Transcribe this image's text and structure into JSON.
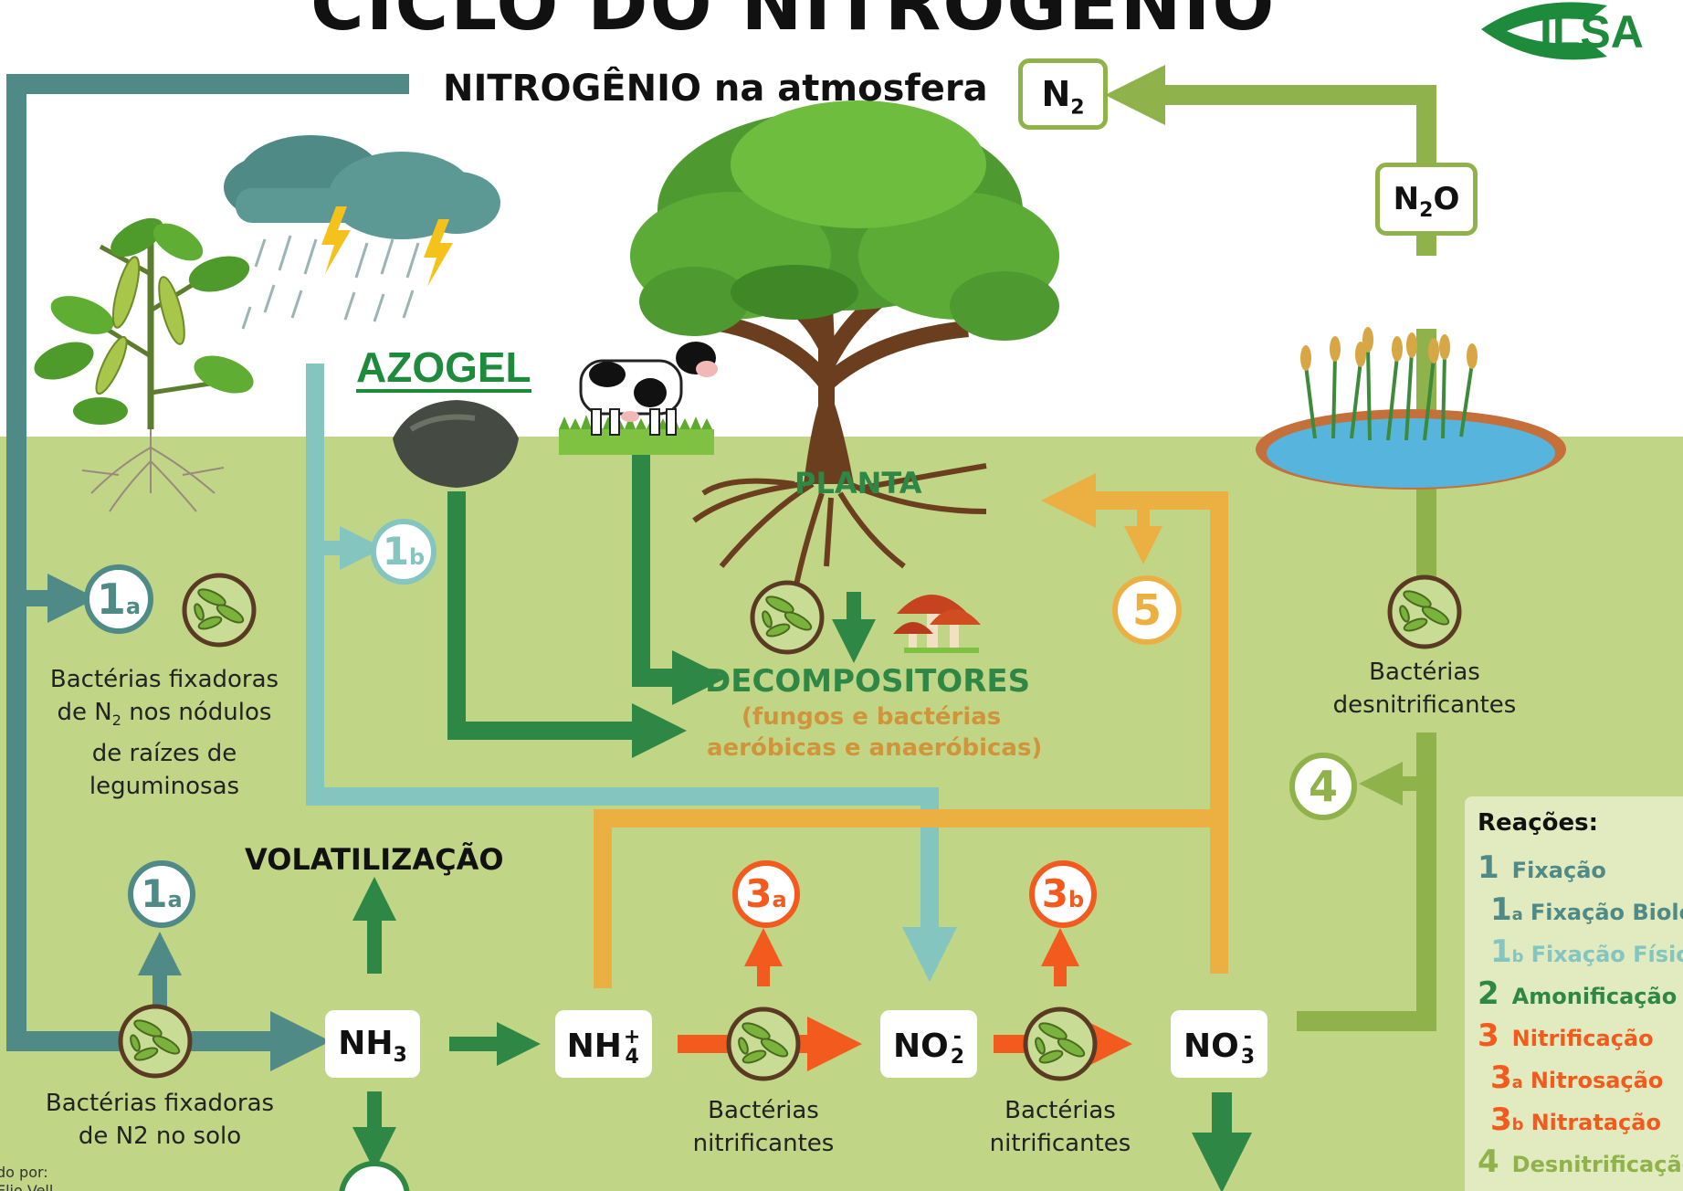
{
  "title": "CICLO DO NITROGÊNIO",
  "brand": {
    "logo_text": "ILSA",
    "product_name": "AZOGEL"
  },
  "atmosphere": {
    "label": "NITROGÊNIO na atmosfera",
    "symbol": "N",
    "subscript": "2"
  },
  "n2o": {
    "symbol_n": "N",
    "subscript": "2",
    "symbol_o": "O"
  },
  "plant_label": "PLANTA",
  "decomposers": {
    "title": "DECOMPOSITORES",
    "line1": "(fungos e bactérias",
    "line2": "aeróbicas e anaeróbicas)"
  },
  "volatilization": "VOLATILIZAÇÃO",
  "compounds": {
    "nh3": {
      "base": "NH",
      "sub": "3"
    },
    "nh4": {
      "base": "NH",
      "sup": "+",
      "sub": "4"
    },
    "no2": {
      "base": "NO",
      "sup": "-",
      "sub": "2"
    },
    "no3": {
      "base": "NO",
      "sup": "-",
      "sub": "3"
    }
  },
  "captions": {
    "nodule_bacteria": {
      "l1": "Bactérias fixadoras",
      "l2a": "de N",
      "l2sub": "2",
      "l2b": " nos nódulos",
      "l3": "de raízes de",
      "l4": "leguminosas"
    },
    "soil_bacteria": {
      "l1": "Bactérias fixadoras",
      "l2": "de N2 no solo"
    },
    "nitrifying_1": {
      "l1": "Bactérias",
      "l2": "nitrificantes"
    },
    "nitrifying_2": {
      "l1": "Bactérias",
      "l2": "nitrificantes"
    },
    "denitrifying": {
      "l1": "Bactérias",
      "l2": "desnitrificantes"
    }
  },
  "badges": {
    "b1a_top": {
      "n": "1",
      "s": "a"
    },
    "b1b": {
      "n": "1",
      "s": "b"
    },
    "b1a_bottom": {
      "n": "1",
      "s": "a"
    },
    "b3a": {
      "n": "3",
      "s": "a"
    },
    "b3b": {
      "n": "3",
      "s": "b"
    },
    "b4": {
      "n": "4"
    },
    "b5": {
      "n": "5"
    }
  },
  "credit": {
    "l1": "do por:",
    "l2": "Elio Vell"
  },
  "legend": {
    "title": "Reações:",
    "items": [
      {
        "num": "1",
        "sub": "",
        "label": "Fixação"
      },
      {
        "num": "1",
        "sub": "a",
        "label": "Fixação Biológica"
      },
      {
        "num": "1",
        "sub": "b",
        "label": "Fixação Física"
      },
      {
        "num": "2",
        "sub": "",
        "label": "Amonificação"
      },
      {
        "num": "3",
        "sub": "",
        "label": "Nitrificação"
      },
      {
        "num": "3",
        "sub": "a",
        "label": "Nitrosação"
      },
      {
        "num": "3",
        "sub": "b",
        "label": "Nitratação"
      },
      {
        "num": "4",
        "sub": "",
        "label": "Desnitrificação"
      }
    ]
  },
  "colors": {
    "sky": "#ffffff",
    "soil": "#c1d587",
    "fixation": "#4f8a87",
    "physical_fixation": "#84c5bf",
    "ammonification": "#2e8745",
    "nitrification": "#f25a1e",
    "denitrification": "#8fb24a",
    "assimilation": "#ecb042",
    "legend_bg": "#e2ebbf"
  }
}
